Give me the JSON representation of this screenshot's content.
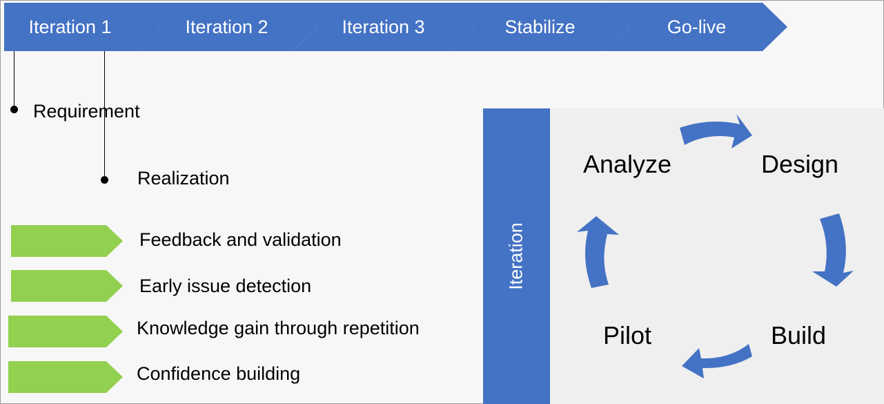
{
  "phases": [
    "Iteration 1",
    "Iteration 2",
    "Iteration 3",
    "Stabilize",
    "Go-live"
  ],
  "timeline": {
    "requirement": "Requirement",
    "realization": "Realization"
  },
  "benefits": [
    "Feedback and validation",
    "Early issue detection",
    "Knowledge gain through repetition",
    "Confidence building"
  ],
  "cycle": {
    "bar_label": "Iteration",
    "steps": {
      "analyze": "Analyze",
      "design": "Design",
      "build": "Build",
      "pilot": "Pilot"
    }
  },
  "colors": {
    "blue": "#4472c4",
    "green": "#92d050",
    "panel": "#efefef"
  }
}
